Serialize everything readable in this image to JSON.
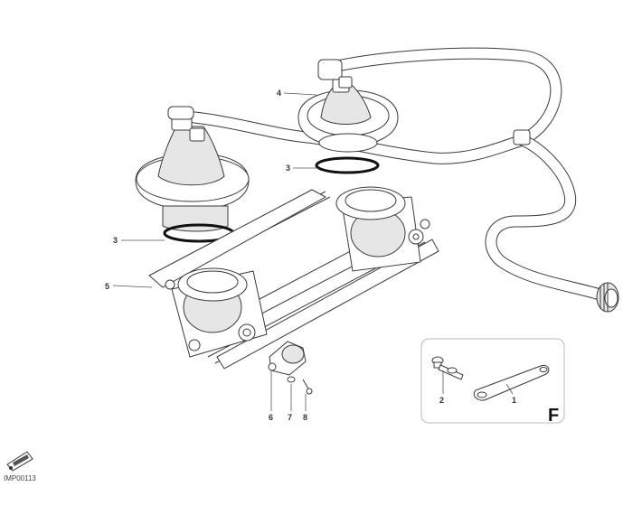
{
  "diagram": {
    "callouts": {
      "c1": "1",
      "c2": "2",
      "c3a": "3",
      "c3b": "3",
      "c4": "4",
      "c5": "5",
      "c6": "6",
      "c7": "7",
      "c8": "8"
    },
    "inset_label": "F",
    "drawing_code": "IMP00113",
    "colors": {
      "line": "#3a3a3a",
      "ring": "#111111",
      "inset_border": "#bbbbbb"
    }
  }
}
